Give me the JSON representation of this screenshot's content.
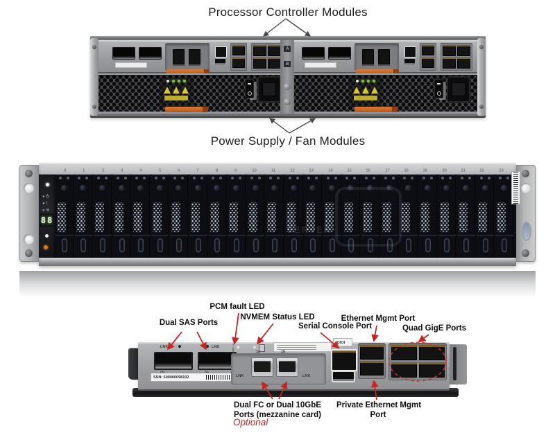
{
  "titles": {
    "processor": "Processor Controller Modules",
    "power_fan": "Power Supply / Fan Modules"
  },
  "rear_view": {
    "divider_labels": [
      "A",
      "B"
    ]
  },
  "front_shelf": {
    "bay_numbers": [
      "0",
      "1",
      "2",
      "3",
      "4",
      "5",
      "6",
      "7",
      "8",
      "9",
      "10",
      "11",
      "12",
      "13",
      "14",
      "15",
      "16",
      "17",
      "18",
      "19",
      "20",
      "21",
      "22",
      "23"
    ],
    "display_value": "88",
    "watermark": "SERVER"
  },
  "closeup": {
    "ssn": "SSN: 500000098102",
    "lnk_label": "LNK",
    "sas_port_labels": [
      "0b",
      "0a"
    ],
    "mezz_port_labels": [
      "1a",
      "1b"
    ],
    "console_label": "IOIOI",
    "callouts": {
      "dual_sas": "Dual SAS Ports",
      "pcm_fault": "PCM fault LED",
      "nvmem": "NVMEM Status LED",
      "serial_console": "Serial Console Port",
      "ethernet_mgmt": "Ethernet Mgmt Port",
      "quad_gige": "Quad GigE Ports",
      "dual_fc_line1": "Dual FC or Dual 10GbE",
      "dual_fc_line2": "Ports (mezzanine card)",
      "optional": "Optional",
      "private_mgmt_line1": "Private Ethernet Mgmt",
      "private_mgmt_line2": "Port"
    }
  },
  "colors": {
    "callout_arrow": "#c42525",
    "diagram_arrow": "#4a4a4a",
    "handle_orange": "#c4622c",
    "warning_yellow": "#d8c832",
    "chassis_gray": "#9c9da0",
    "drive_dark": "#20242e"
  }
}
